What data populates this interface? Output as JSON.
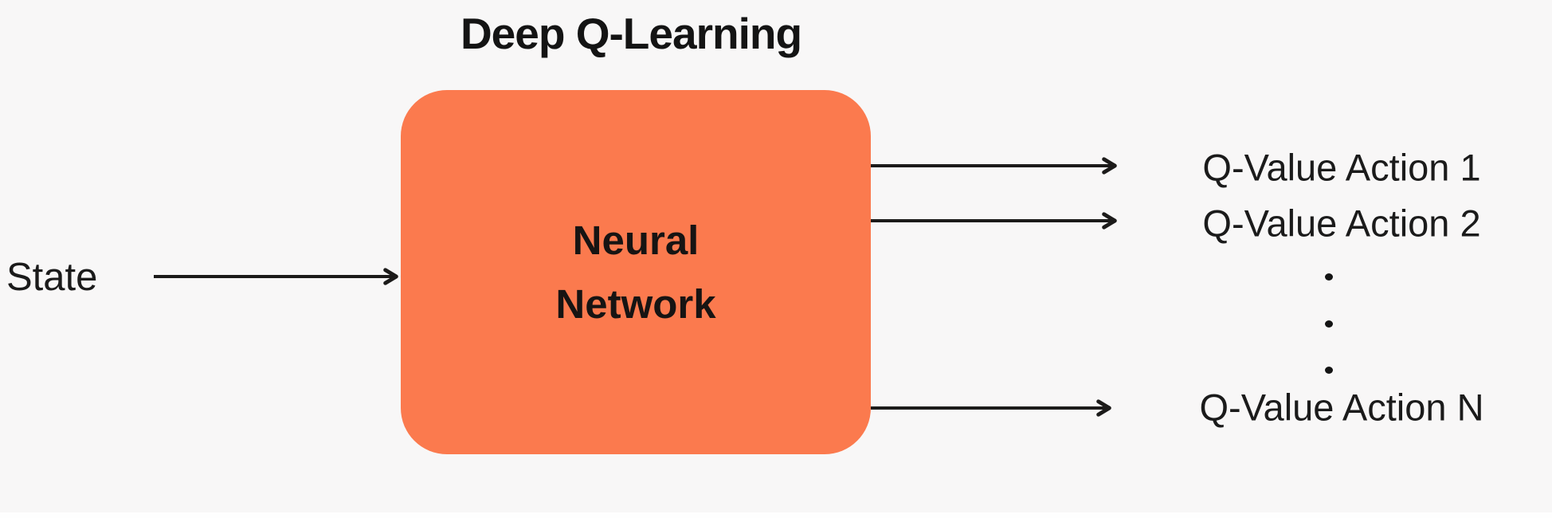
{
  "canvas": {
    "background": "#F8F7F7",
    "bottom_strip_color": "#FEFEFE"
  },
  "title": {
    "text": "Deep Q-Learning"
  },
  "node": {
    "line1": "Neural",
    "line2": "Network",
    "fill": "#FB7A4E",
    "text_color": "#171413"
  },
  "input": {
    "label": "State"
  },
  "outputs": [
    {
      "label": "Q-Value Action 1"
    },
    {
      "label": "Q-Value Action 2"
    },
    {
      "label": "Q-Value Action N"
    }
  ],
  "ellipsis": {
    "dot_count": "3"
  },
  "arrows": {
    "color": "#1C1B1A"
  }
}
